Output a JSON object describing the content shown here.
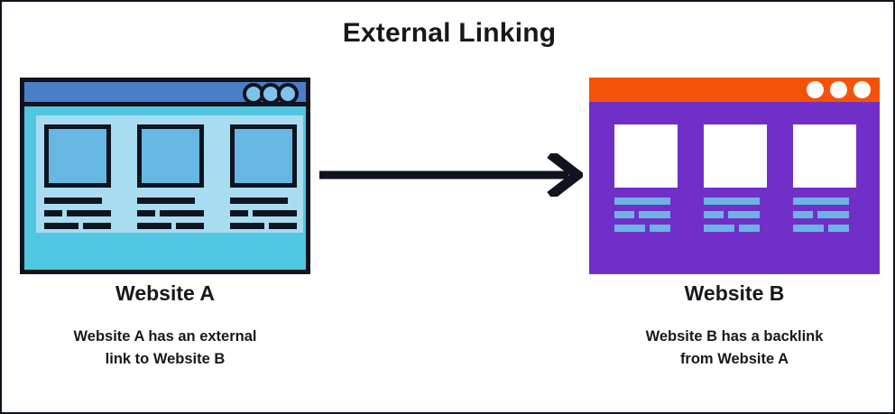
{
  "diagram": {
    "title": "External Linking",
    "arrow": {
      "name": "link-arrow",
      "direction": "left-to-right",
      "color": "#10141f"
    }
  },
  "website_a": {
    "window_name": "Website A browser window",
    "titlebar_color": "#4a7fc8",
    "body_color": "#51c6e3",
    "page_color": "#a8dcf0",
    "accent_color": "#66b7e2",
    "dots": [
      "ring-1",
      "ring-2",
      "ring-3"
    ],
    "columns": [
      {
        "thumb": "image-placeholder",
        "lines": [
          [
            64
          ],
          [
            20,
            49
          ],
          [
            38,
            31
          ]
        ]
      },
      {
        "thumb": "image-placeholder",
        "lines": [
          [
            64
          ],
          [
            20,
            49
          ],
          [
            38,
            31
          ]
        ]
      },
      {
        "thumb": "image-placeholder",
        "lines": [
          [
            64
          ],
          [
            20,
            49
          ],
          [
            38,
            31
          ]
        ]
      }
    ],
    "caption_title": "Website A",
    "caption_line_1": "Website A has an external",
    "caption_line_2": "link to Website B"
  },
  "website_b": {
    "window_name": "Website B browser window",
    "titlebar_color": "#f45209",
    "body_color": "#7030c8",
    "thumb_color": "#ffffff",
    "accent_color": "#6cb4e4",
    "dots": [
      "dot-1",
      "dot-2",
      "dot-3"
    ],
    "columns": [
      {
        "thumb": "image-placeholder",
        "lines": [
          [
            62
          ],
          [
            22,
            35
          ]
        ]
      },
      {
        "thumb": "image-placeholder",
        "lines": [
          [
            62
          ],
          [
            22,
            35
          ]
        ]
      },
      {
        "thumb": "image-placeholder",
        "lines": [
          [
            62
          ],
          [
            22,
            35
          ]
        ]
      }
    ],
    "caption_title": "Website B",
    "caption_line_1": "Website B has a backlink",
    "caption_line_2": "from Website A"
  }
}
